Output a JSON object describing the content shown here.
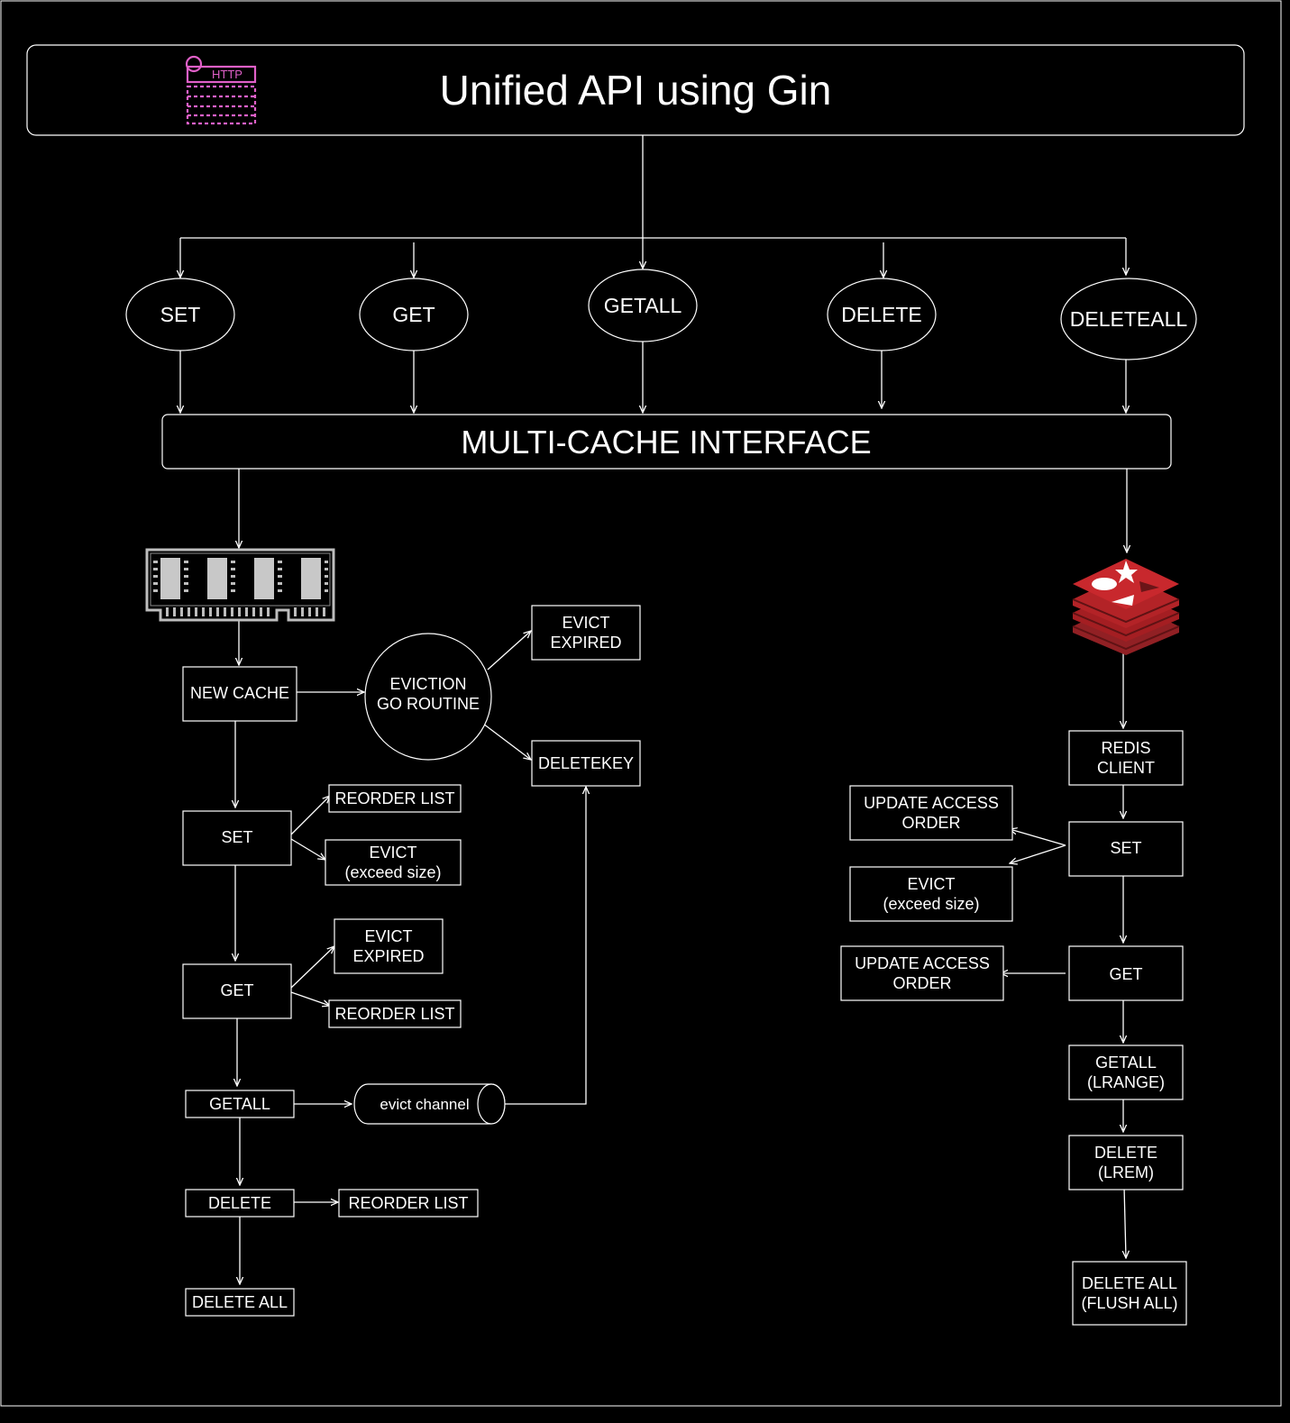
{
  "header": {
    "title": "Unified API using Gin",
    "http_icon_label": "HTTP",
    "icon_color": "#e060c8"
  },
  "operations": [
    "SET",
    "GET",
    "GETALL",
    "DELETE",
    "DELETEALL"
  ],
  "interface": {
    "title": "MULTI-CACHE INTERFACE"
  },
  "memory_cache": {
    "icon": "ram-module-icon",
    "new_cache": "NEW CACHE",
    "eviction_routine": [
      "EVICTION",
      "GO ROUTINE"
    ],
    "evict_expired_top": [
      "EVICT",
      "EXPIRED"
    ],
    "deletekey": "DELETEKEY",
    "set": "SET",
    "set_reorder": "REORDER LIST",
    "set_evict": [
      "EVICT",
      "(exceed size)"
    ],
    "get": "GET",
    "get_evict_expired": [
      "EVICT",
      "EXPIRED"
    ],
    "get_reorder": "REORDER LIST",
    "getall": "GETALL",
    "evict_channel": "evict channel",
    "delete": "DELETE",
    "delete_reorder": "REORDER LIST",
    "delete_all": "DELETE ALL"
  },
  "redis_cache": {
    "icon": "redis-logo-icon",
    "icon_color": "#a41e22",
    "client": [
      "REDIS",
      "CLIENT"
    ],
    "set": "SET",
    "set_update": [
      "UPDATE ACCESS",
      "ORDER"
    ],
    "set_evict": [
      "EVICT",
      "(exceed size)"
    ],
    "get": "GET",
    "get_update": [
      "UPDATE ACCESS",
      "ORDER"
    ],
    "getall": [
      "GETALL",
      "(LRANGE)"
    ],
    "delete": [
      "DELETE",
      "(LREM)"
    ],
    "delete_all": [
      "DELETE ALL",
      "(FLUSH ALL)"
    ]
  }
}
